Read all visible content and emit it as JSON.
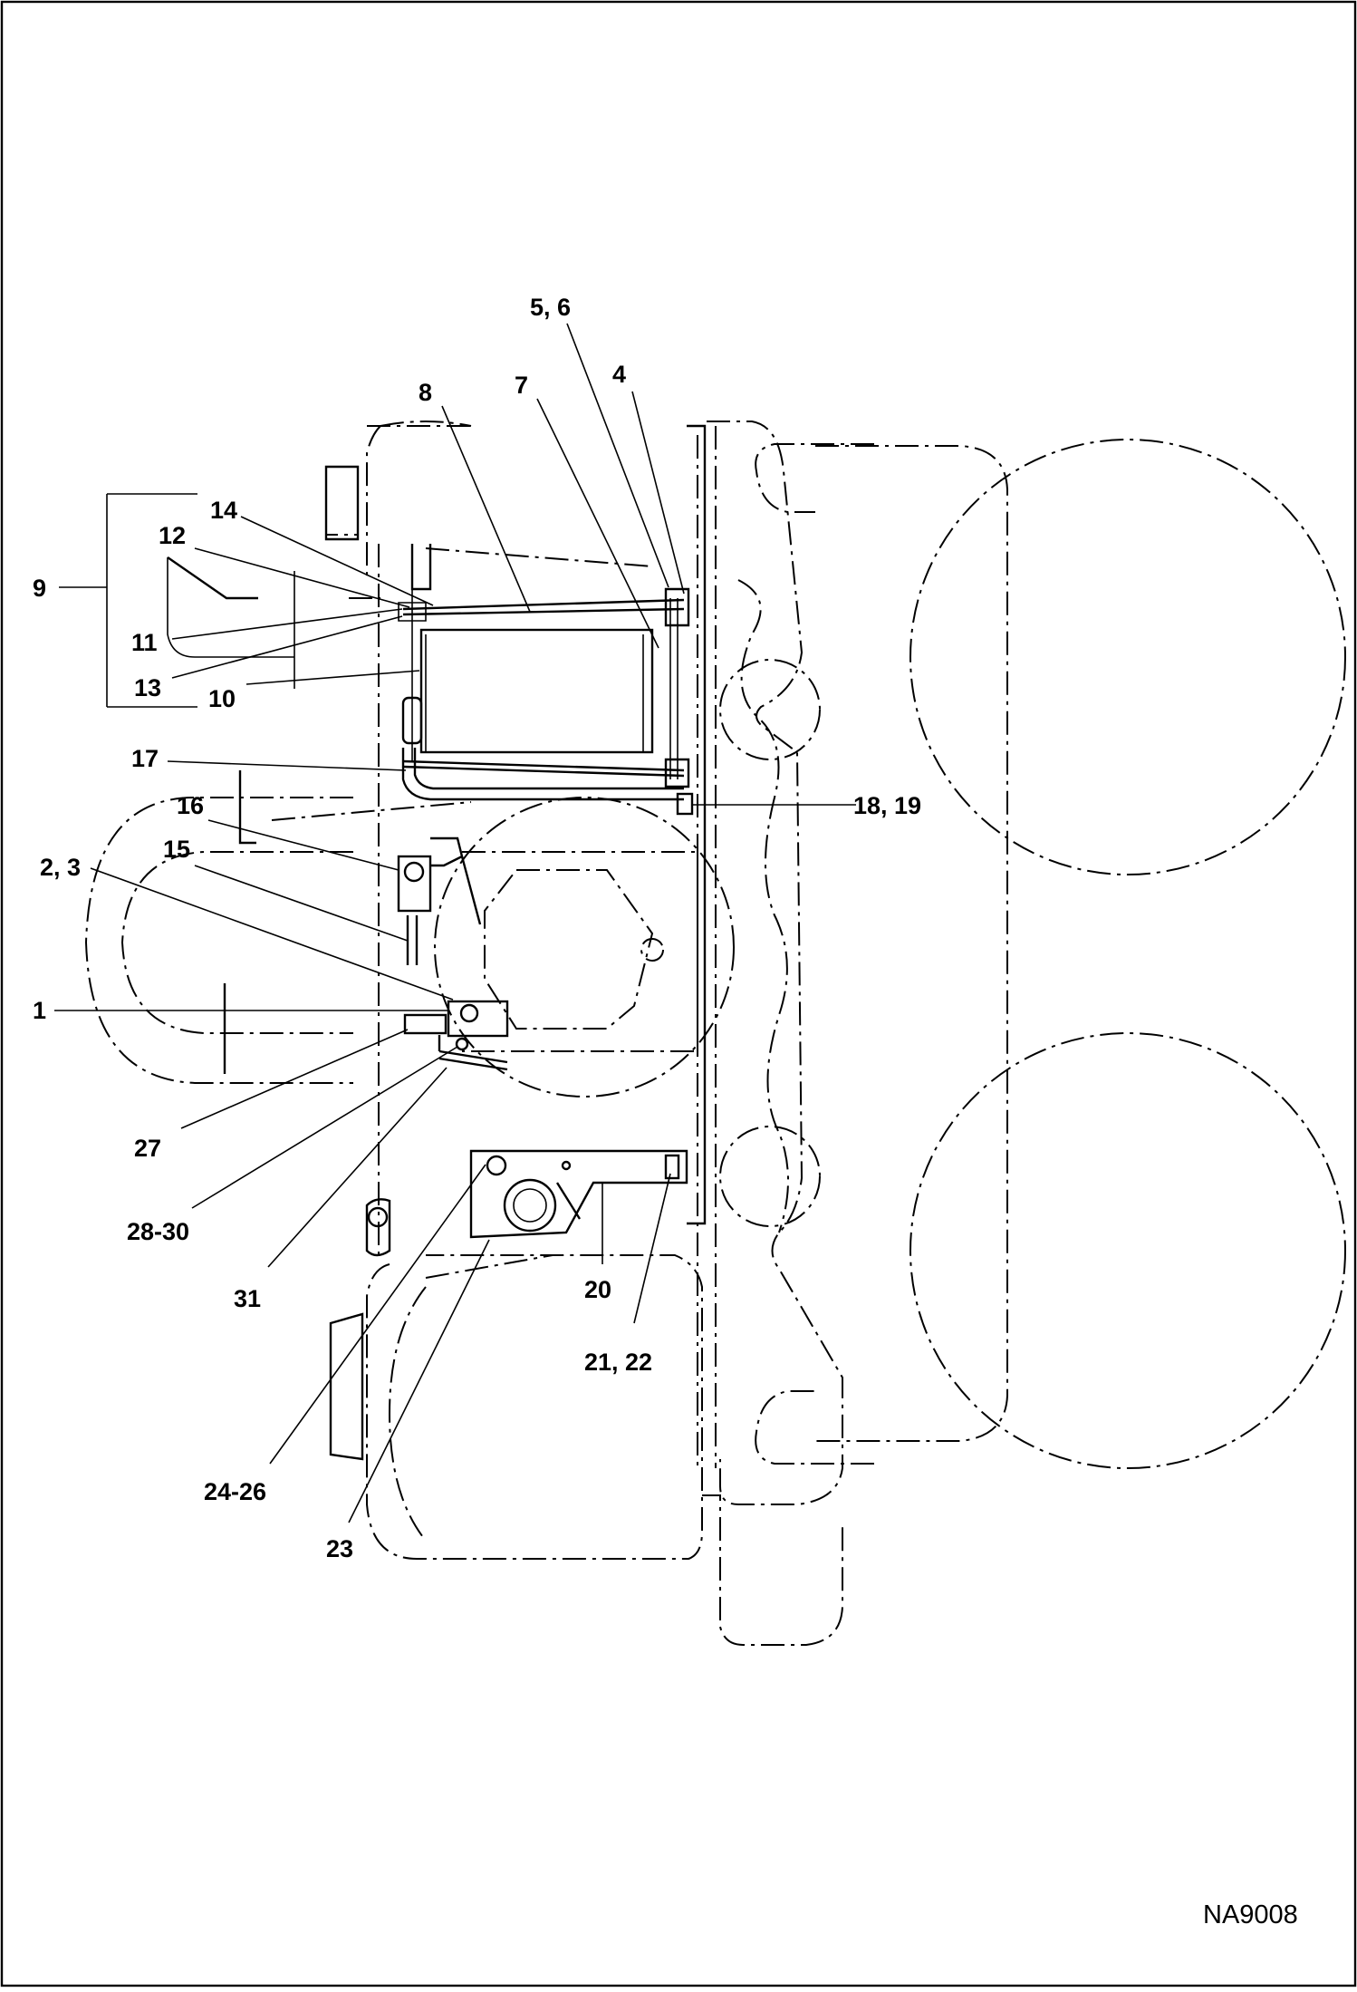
{
  "figure": {
    "reference": "NA9008"
  },
  "callouts": [
    {
      "id": "c1",
      "text": "1"
    },
    {
      "id": "c23",
      "text": "2, 3"
    },
    {
      "id": "c4",
      "text": "4"
    },
    {
      "id": "c56",
      "text": "5, 6"
    },
    {
      "id": "c7",
      "text": "7"
    },
    {
      "id": "c8",
      "text": "8"
    },
    {
      "id": "c9",
      "text": "9"
    },
    {
      "id": "c10",
      "text": "10"
    },
    {
      "id": "c11",
      "text": "11"
    },
    {
      "id": "c12",
      "text": "12"
    },
    {
      "id": "c13",
      "text": "13"
    },
    {
      "id": "c14",
      "text": "14"
    },
    {
      "id": "c15",
      "text": "15"
    },
    {
      "id": "c16",
      "text": "16"
    },
    {
      "id": "c17",
      "text": "17"
    },
    {
      "id": "c1819",
      "text": "18, 19"
    },
    {
      "id": "c20",
      "text": "20"
    },
    {
      "id": "c2122",
      "text": "21, 22"
    },
    {
      "id": "c23b",
      "text": "23"
    },
    {
      "id": "c2426",
      "text": "24-26"
    },
    {
      "id": "c27",
      "text": "27"
    },
    {
      "id": "c2830",
      "text": "28-30"
    },
    {
      "id": "c31",
      "text": "31"
    }
  ]
}
